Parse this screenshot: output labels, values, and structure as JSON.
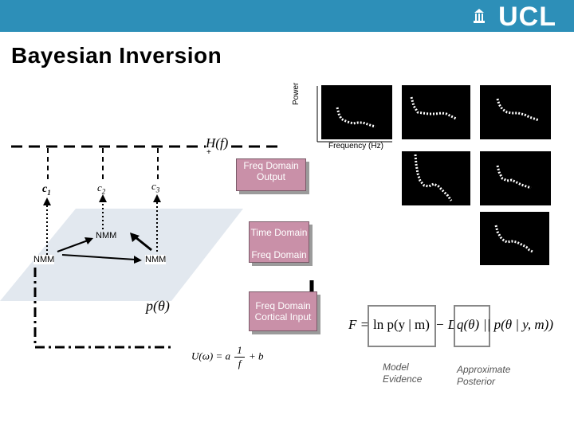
{
  "header": {
    "brand": "UCL",
    "brand_color": "#2d8fb8"
  },
  "slide": {
    "title": "Bayesian Inversion"
  },
  "spectra": {
    "y_axis_label": "Power",
    "x_axis_label": "Frequency (Hz)",
    "transfer_function": "H(f)",
    "plus_sign": "+"
  },
  "sources": {
    "c1": "c",
    "c1_sub": "1",
    "c2": "c",
    "c2_sub": "2",
    "c3": "c",
    "c3_sub": "3"
  },
  "nodes": {
    "nmm_top": "NMM",
    "nmm_left": "NMM",
    "nmm_right": "NMM"
  },
  "prior": "p(θ)",
  "boxes": {
    "freq_output": "Freq Domain Output",
    "time_domain": "Time Domain",
    "freq_domain": "Freq Domain",
    "cortical_input": "Freq Domain Cortical Input"
  },
  "input_spectrum": {
    "lhs": "U(ω) = a",
    "frac_num": "1",
    "frac_den": "f",
    "rhs": "+ b"
  },
  "free_energy": {
    "lhs": "F =",
    "evidence_term": "ln p(y | m)",
    "minus": "− D",
    "posterior_term": "q(θ)",
    "rest": "|| p(θ | y, m))"
  },
  "annotations": {
    "model_evidence": "Model Evidence",
    "approx_posterior": "Approximate Posterior"
  }
}
